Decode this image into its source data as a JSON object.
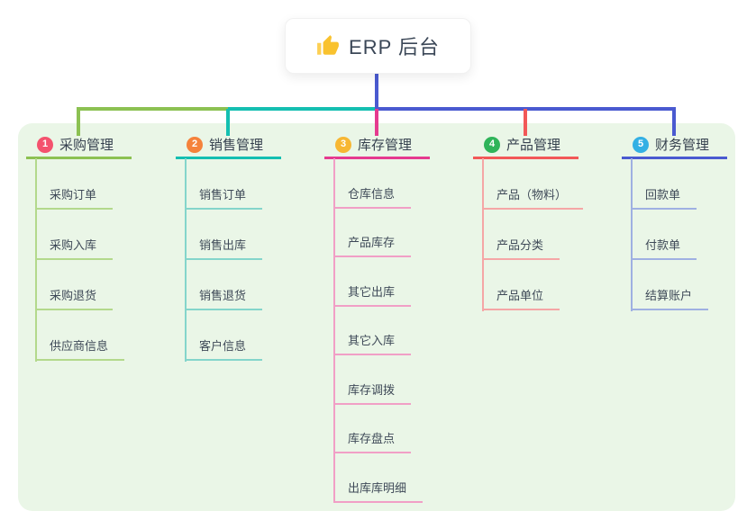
{
  "root": {
    "label": "ERP 后台",
    "icon": "thumbs-up-icon",
    "icon_color": "#f9c22e"
  },
  "panel_color": "#eaf6e7",
  "connector_colors": {
    "stem": "#4a5ad0"
  },
  "branches": [
    {
      "index": "1",
      "label": "采购管理",
      "badge_color": "#f4526e",
      "line_color": "#8cc152",
      "child_line_color": "#b3d98c",
      "children": [
        {
          "label": "采购订单"
        },
        {
          "label": "采购入库"
        },
        {
          "label": "采购退货"
        },
        {
          "label": "供应商信息"
        }
      ]
    },
    {
      "index": "2",
      "label": "销售管理",
      "badge_color": "#f5823b",
      "line_color": "#14bfb1",
      "child_line_color": "#84d5cb",
      "children": [
        {
          "label": "销售订单"
        },
        {
          "label": "销售出库"
        },
        {
          "label": "销售退货"
        },
        {
          "label": "客户信息"
        }
      ]
    },
    {
      "index": "3",
      "label": "库存管理",
      "badge_color": "#f7b733",
      "line_color": "#e53a8f",
      "child_line_color": "#f19fc6",
      "children": [
        {
          "label": "仓库信息"
        },
        {
          "label": "产品库存"
        },
        {
          "label": "其它出库"
        },
        {
          "label": "其它入库"
        },
        {
          "label": "库存调拨"
        },
        {
          "label": "库存盘点"
        },
        {
          "label": "出库库明细"
        }
      ]
    },
    {
      "index": "4",
      "label": "产品管理",
      "badge_color": "#2fb45a",
      "line_color": "#f25858",
      "child_line_color": "#f5a6a6",
      "children": [
        {
          "label": "产品（物料）"
        },
        {
          "label": "产品分类"
        },
        {
          "label": "产品单位"
        }
      ]
    },
    {
      "index": "5",
      "label": "财务管理",
      "badge_color": "#33b0e4",
      "line_color": "#4a5ad0",
      "child_line_color": "#9fb0e2",
      "children": [
        {
          "label": "回款单"
        },
        {
          "label": "付款单"
        },
        {
          "label": "结算账户"
        }
      ]
    }
  ]
}
